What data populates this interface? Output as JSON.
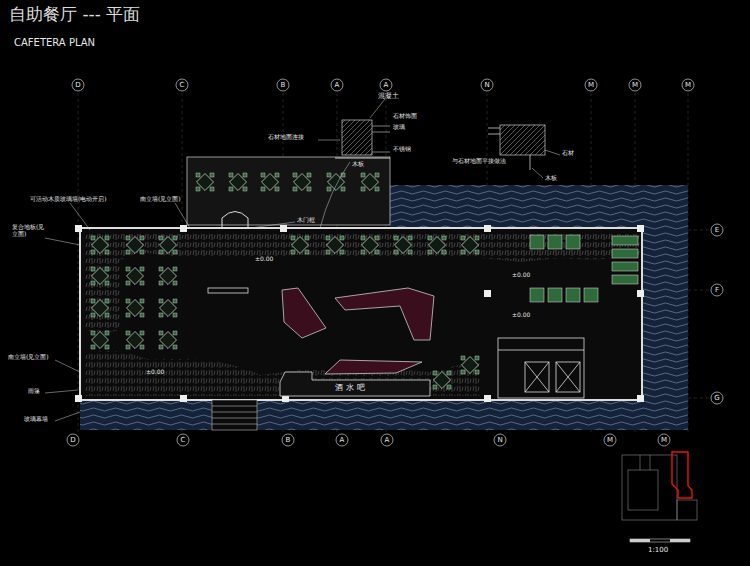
{
  "diagram": {
    "title": "自助餐厅 --- 平面",
    "nodes": [
      {
        "text": [
          "酒水吧"
        ]
      }
    ],
    "edges": [],
    "labels": [
      "CAFETERA PLAN",
      "D",
      "C",
      "B",
      "A",
      "A",
      "N",
      "M",
      "M",
      "M",
      "D",
      "C",
      "B",
      "A",
      "A",
      "N",
      "M",
      "M",
      "E",
      "F",
      "G",
      "混凝土",
      "石材饰面",
      "玻璃",
      "不锈钢",
      "木板",
      "石材地面连接",
      "与石材地面平接做法",
      "石材",
      "木板",
      "可活动木质玻璃墙(电动开启)",
      "南立墙(见立面)",
      "木门框",
      "复合地板(见立面)",
      "南立墙(见立面)",
      "雨篷",
      "玻璃幕墙",
      "±0.00",
      "±0.00",
      "±0.00",
      "±0.00",
      "1:100"
    ]
  }
}
